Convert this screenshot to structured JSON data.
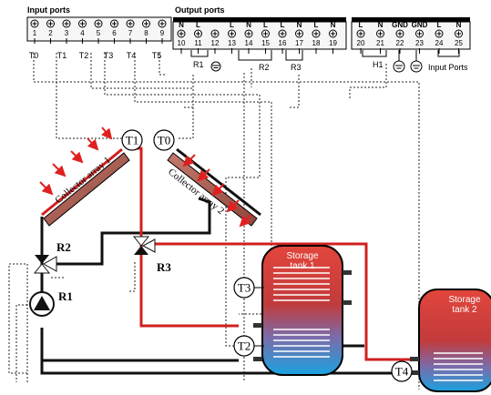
{
  "header": {
    "input_ports_title": "Input ports",
    "output_ports_title": "Output ports",
    "input_ports_right_label": "Input Ports"
  },
  "terminals": {
    "input_pins": [
      "1",
      "2",
      "3",
      "4",
      "5",
      "6",
      "7",
      "8",
      "9"
    ],
    "output_pins": [
      "10",
      "11",
      "12",
      "13",
      "14",
      "15",
      "16",
      "17",
      "18",
      "19"
    ],
    "output_tops": [
      "N",
      "L",
      "",
      "L",
      "N",
      "L",
      "L",
      "N",
      "L",
      "N"
    ],
    "right_pins": [
      "20",
      "21",
      "22",
      "23",
      "24",
      "25"
    ],
    "right_tops": [
      "L",
      "N",
      "GND",
      "GND",
      "L",
      "N"
    ]
  },
  "port_labels": {
    "inputs": [
      "T0",
      "T1",
      "T2",
      "T3",
      "T4",
      "T5"
    ],
    "outputs": [
      "R1",
      "R2",
      "R3",
      "H1"
    ]
  },
  "sensors": {
    "t0": "T0",
    "t1": "T1",
    "t2": "T2",
    "t3": "T3",
    "t4": "T4"
  },
  "collectors": {
    "array1": "Collector array 1",
    "array2": "Collector array 2"
  },
  "components": {
    "pump": "R1",
    "valve_r2": "R2",
    "valve_r3": "R3"
  },
  "tanks": {
    "tank1_line1": "Storage",
    "tank1_line2": "tank 1",
    "tank2_line1": "Storage",
    "tank2_line2": "tank 2"
  },
  "colors": {
    "hot_pipe": "#d11f1f",
    "cold_pipe": "#111111",
    "tank_top": "#e0463f",
    "tank_bottom": "#1f9ad6",
    "collector": "#b05a4e",
    "arrow": "#e02020"
  }
}
